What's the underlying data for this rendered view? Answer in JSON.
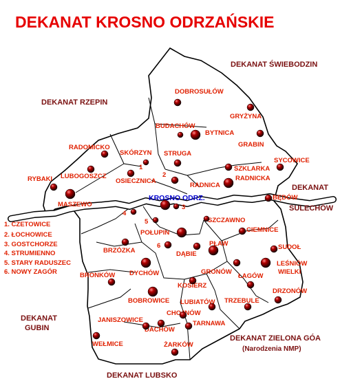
{
  "title": "DEKANAT KROSNO ODRZAŃSKIE",
  "colors": {
    "title": "#e60000",
    "parish_label": "#e02000",
    "neighbor_label": "#7a1010",
    "seat_label": "#0000cc",
    "church_dot": "#2a0000"
  },
  "icons": {
    "parish": "church-dot-icon",
    "seat": "deanery-seat-icon"
  },
  "neighbors": {
    "swiebodzin": "DEKANAT ŚWIEBODZIN",
    "rzepin": "DEKANAT RZEPIN",
    "sulechow_line1": "DEKANAT",
    "sulechow_line2": "SULECHÓW",
    "gubin_line1": "DEKANAT",
    "gubin_line2": "GUBIN",
    "zielona_gora_line1": "DEKANAT ZIELONA GÓA",
    "zielona_gora_line2": "(Narodzenia NMP)",
    "lubsko": "DEKANAT LUBSKO"
  },
  "seat": {
    "label": "KROSNO ODRZ."
  },
  "parishes": {
    "dobrosulow": "DOBROSUŁÓW",
    "gryzyna": "GRYŻYNA",
    "budachow": "BUDACHÓW",
    "bytnica": "BYTNICA",
    "grabin": "GRABIN",
    "radomicko": "RADOMICKO",
    "skorzyn": "SKÓRZYN",
    "struga": "STRUGA",
    "sycowice": "SYCOWICE",
    "szklarka": "SZKLARKA",
    "radnicka": "RADNICKA",
    "rybaki": "RYBAKI",
    "lubogoszcz": "LUBOGOSZCZ",
    "osiecznica": "OSIECZNICA",
    "radnica": "RADNICA",
    "bedow": "BĘDÓW",
    "maszewo": "MASZEWO",
    "szczawno": "SZCZAWNO",
    "ciemnice": "CIEMNICE",
    "polupin": "POŁUPIN",
    "brzozka": "BRZÓZKA",
    "pław": "PŁAW",
    "dabie": "DĄBIE",
    "sudol": "SUDOŁ",
    "lesniow_wielki_line1": "LEŚNIÓW",
    "lesniow_wielki_line2": "WIELKI",
    "dychow": "DYCHÓW",
    "gronow": "GRONÓW",
    "lagow": "ŁAGÓW",
    "bronkow": "BRONKÓW",
    "kosierz": "KOSIERZ",
    "drzonow": "DRZONÓW",
    "bobrowice": "BOBROWICE",
    "lubiatow": "LUBIATÓW",
    "trzebule": "TRZEBULE",
    "chojnow": "CHOJNÓW",
    "janiszowice": "JANISZOWICE",
    "tarnawa": "TARNAWA",
    "dachow": "DACHÓW",
    "welmice": "WEŁMICE",
    "zarkow": "ŻARKÓW"
  },
  "map_numbers": {
    "n1": "1",
    "n2": "2",
    "n3": "3",
    "n4": "4",
    "n5": "5",
    "n6": "6"
  },
  "legend": [
    "1. CZETOWICE",
    "2. ŁOCHOWICE",
    "3. GOSTCHORZE",
    "4. STRUMIENNO",
    "5. STARY RADUSZEC",
    "6. NOWY ZAGÓR"
  ]
}
